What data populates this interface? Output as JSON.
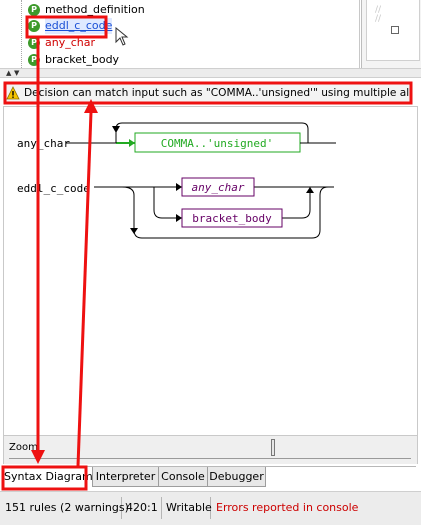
{
  "rule_list": {
    "items": [
      {
        "label": "method_definition",
        "icon_letter": "P",
        "color": "#000000"
      },
      {
        "label": "eddl_c_code",
        "icon_letter": "P",
        "color": "#1a4fd6"
      },
      {
        "label": "any_char",
        "icon_letter": "P",
        "color": "#d00000"
      },
      {
        "label": "bracket_body",
        "icon_letter": "P",
        "color": "#000000"
      }
    ],
    "selected_index": 1
  },
  "warning": {
    "icon": "warning-icon",
    "text": "Decision can match input such as \"COMMA..'unsigned'\" using multiple alternatives"
  },
  "diagram": {
    "rules": [
      {
        "name": "any_char",
        "terminals": [
          "COMMA..'unsigned'"
        ]
      },
      {
        "name": "eddl_c_code",
        "nonterminals": [
          "any_char",
          "bracket_body"
        ]
      }
    ]
  },
  "zoom": {
    "label": "Zoom",
    "level": 0.66
  },
  "tabs": [
    "Syntax Diagram",
    "Interpreter",
    "Console",
    "Debugger"
  ],
  "active_tab": "Syntax Diagram",
  "status": {
    "rules": "151 rules (2 warnings)",
    "position": "420:1",
    "mode": "Writable",
    "errors": "Errors reported in console"
  },
  "colors": {
    "annotation": "#ee1111",
    "terminal": "#22aa22",
    "nonterminal": "#660066",
    "error_text": "#cc0000",
    "selected_rule": "#1a4fd6"
  }
}
